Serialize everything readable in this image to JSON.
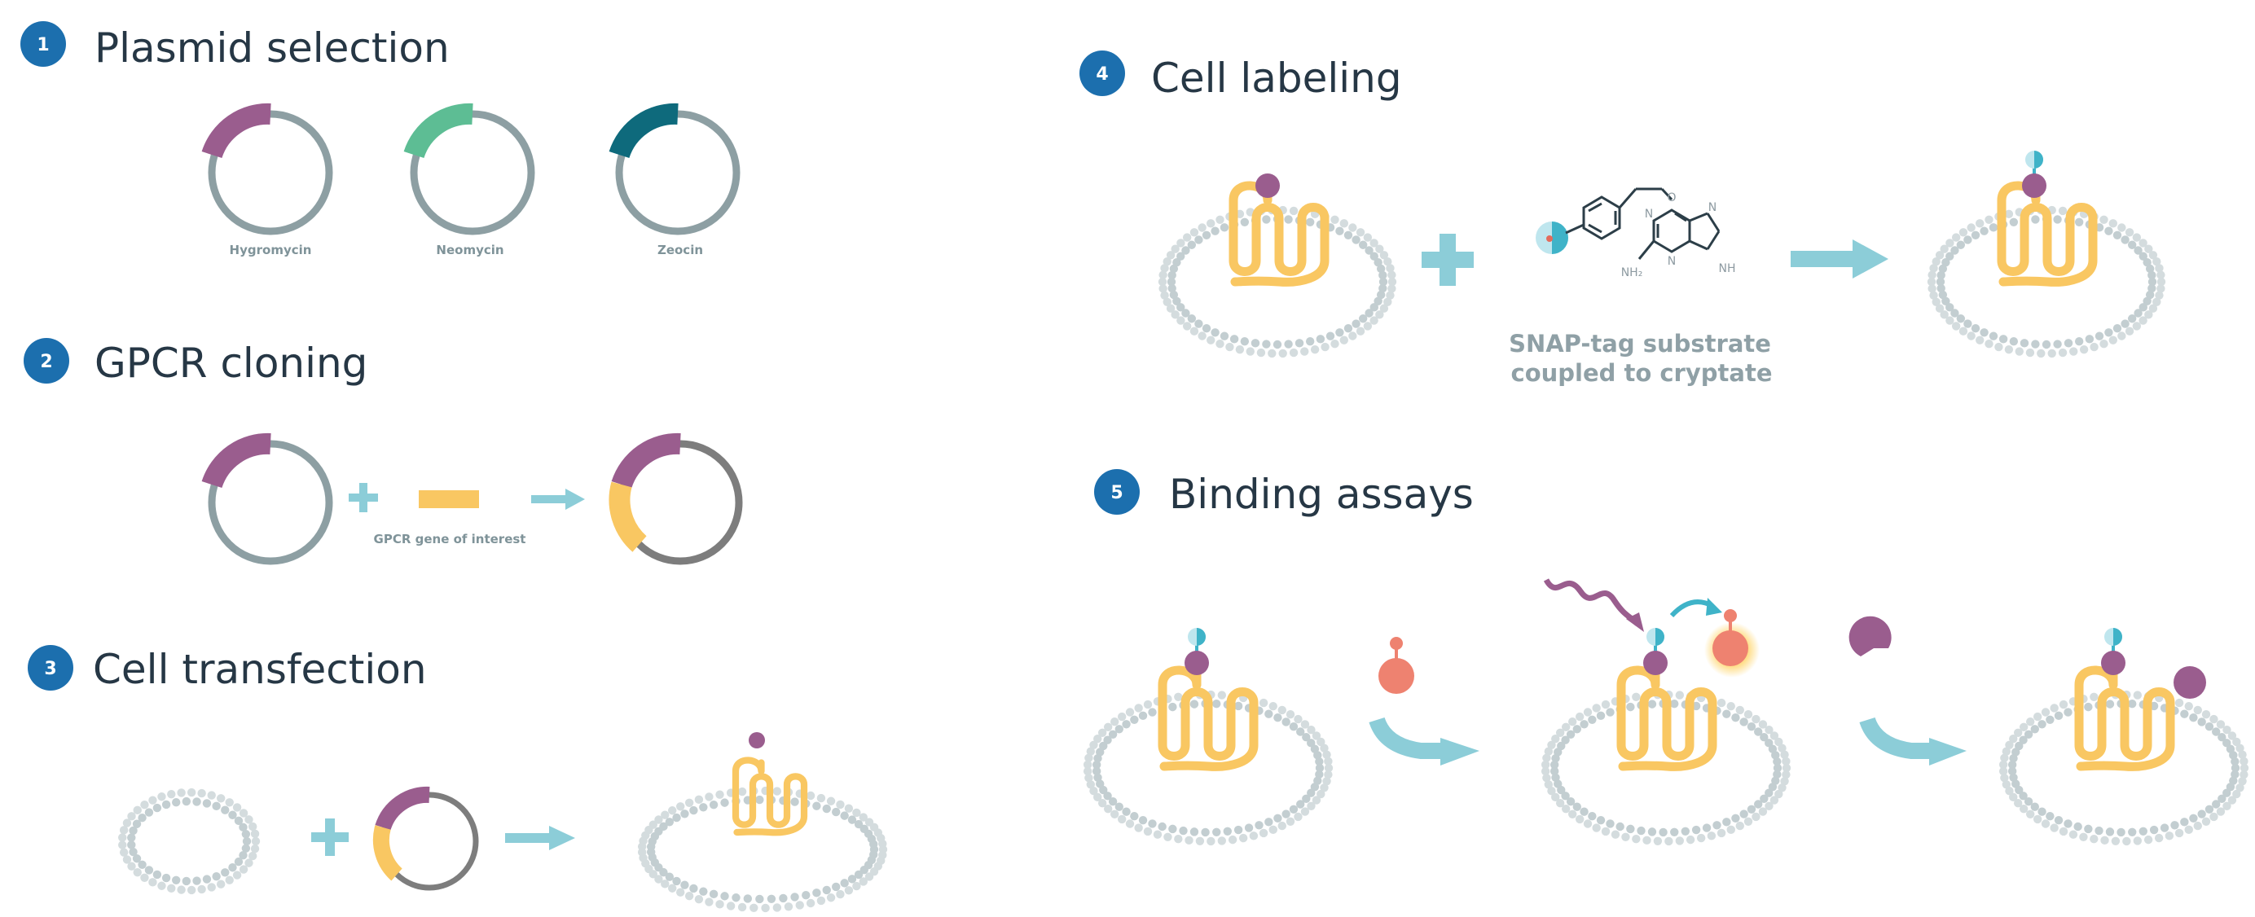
{
  "steps": [
    {
      "number": "1",
      "title": "Plasmid selection"
    },
    {
      "number": "2",
      "title": "GPCR cloning"
    },
    {
      "number": "3",
      "title": "Cell transfection"
    },
    {
      "number": "4",
      "title": "Cell labeling"
    },
    {
      "number": "5",
      "title": "Binding assays"
    }
  ],
  "plasmids": [
    {
      "label": "Hygromycin",
      "color": "#9a5d8e"
    },
    {
      "label": "Neomycin",
      "color": "#5dbd94"
    },
    {
      "label": "Zeocin",
      "color": "#0e6a7c"
    }
  ],
  "cloning": {
    "gene_label": "GPCR gene of interest"
  },
  "labeling": {
    "substrate_line1": "SNAP-tag substrate",
    "substrate_line2": "coupled to cryptate"
  },
  "chem_atoms": {
    "o": "O",
    "n1": "N",
    "n2": "N",
    "n3": "N",
    "nh": "NH",
    "nh2": "NH₂"
  },
  "colors": {
    "number_badge": "#1c6fae",
    "title_text": "#263745",
    "plasmid_ring": "#8d9fa3",
    "insert_ring": "#7d7d7d",
    "gene_yellow": "#f9c762",
    "purple": "#9a5d8e",
    "arrow_teal": "#8ccdd8",
    "membrane": "#c3ced1",
    "ligand_red": "#ee8270",
    "fluor_teal": "#3fb3c8",
    "glow": "#ffcd5a"
  }
}
